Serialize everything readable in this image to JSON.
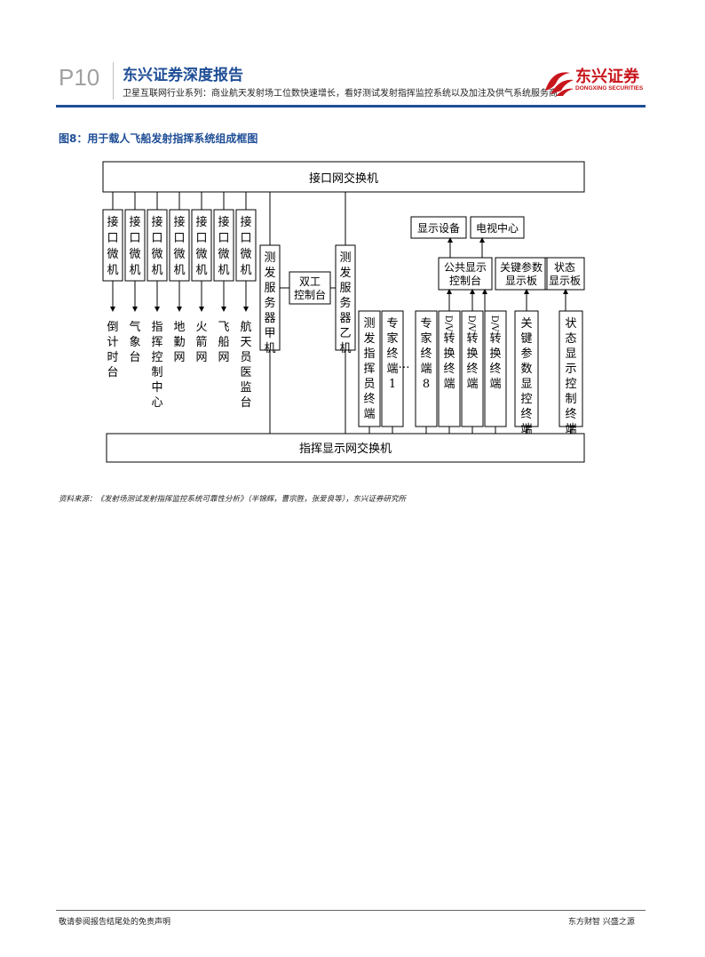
{
  "header": {
    "page_number": "P10",
    "report_title": "东兴证券深度报告",
    "subtitle": "卫星互联网行业系列：商业航天发射场工位数快速增长，看好测试发射指挥监控系统以及加注及供气系统服务商",
    "logo_cn": "东兴证券",
    "logo_en": "DONGXING SECURITIES",
    "brand_color": "#c8161d",
    "accent_color": "#1f4e96"
  },
  "figure": {
    "caption": "图8：用于载人飞船发射指挥系统组成框图",
    "top_bus": "接口网交换机",
    "bottom_bus": "指挥显示网交换机",
    "interface_mcu_label": "接口微机",
    "outputs": [
      "倒计时台",
      "气象台",
      "指挥控制中心",
      "地勤网",
      "火箭网",
      "飞船网",
      "航天员医监台"
    ],
    "server_a": "测发服务器甲机",
    "dual_console": "双工控制台",
    "server_b": "测发服务器乙机",
    "display_device": "显示设备",
    "tv_center": "电视中心",
    "public_display_console": "公共显示控制台",
    "key_param_board": "关键参数显示板",
    "status_board": "状态显示板",
    "terminals": [
      "测发指挥员终端",
      "专家终端1",
      "…",
      "专家终端8",
      "D/V转换终端",
      "D/V转换终端",
      "D/V转换终端",
      "关键参数显控终端",
      "状态显示控制终端"
    ]
  },
  "source": "资料来源：《发射场测试发射指挥监控系统可靠性分析》（半锦辉，曹宗胜，张爱良等），东兴证券研究所",
  "footer": {
    "left": "敬请参阅报告结尾处的免责声明",
    "right": "东方财智 兴盛之源"
  }
}
